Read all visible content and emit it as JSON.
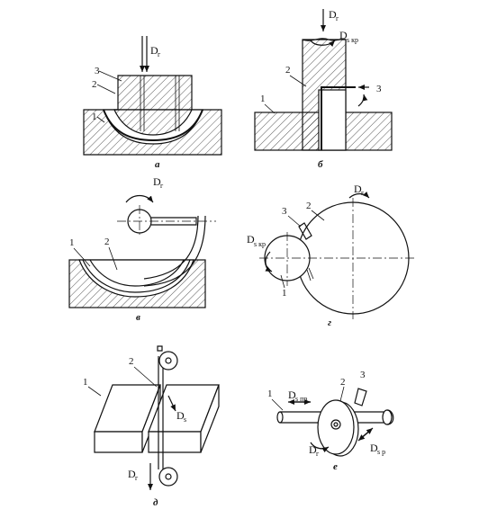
{
  "figure": {
    "panel_a": {
      "caption": "а",
      "labels": [
        "1",
        "2",
        "3"
      ],
      "force": "D",
      "force_sub": "г"
    },
    "panel_b": {
      "caption": "б",
      "labels": [
        "1",
        "2",
        "3"
      ],
      "force": "D",
      "force_sub": "г",
      "rot": "D",
      "rot_sub": "s кр"
    },
    "panel_v": {
      "caption": "в",
      "labels": [
        "1",
        "2"
      ],
      "force": "D",
      "force_sub": "г"
    },
    "panel_g": {
      "caption": "г",
      "labels": [
        "1",
        "2",
        "3"
      ],
      "force": "D",
      "force_sub": "г",
      "rot": "D",
      "rot_sub": "s кр"
    },
    "panel_d": {
      "caption": "д",
      "labels": [
        "1",
        "2"
      ],
      "force": "D",
      "force_sub": "г",
      "feed": "D",
      "feed_sub": "s"
    },
    "panel_e": {
      "caption": "е",
      "labels": [
        "1",
        "2",
        "3"
      ],
      "feed1": "D",
      "feed1_sub": "s пр",
      "feed2": "D",
      "feed2_sub": "г",
      "feed3": "D",
      "feed3_sub": "s р"
    }
  }
}
